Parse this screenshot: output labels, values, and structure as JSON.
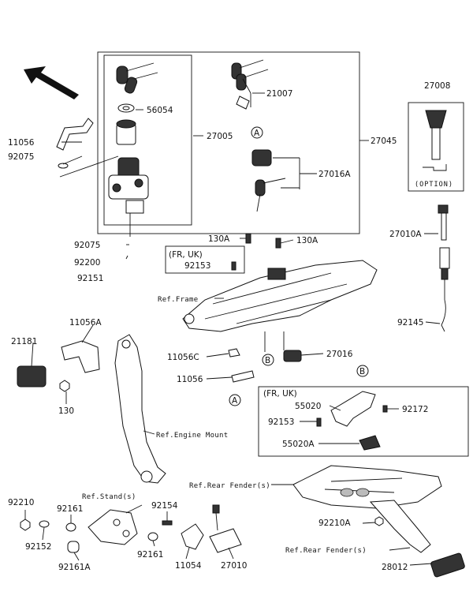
{
  "labels": {
    "p56054": "56054",
    "p21007": "21007",
    "p11056": "11056",
    "p92075a": "92075",
    "p27005": "27005",
    "p27045": "27045",
    "p27016A": "27016A",
    "p27008": "27008",
    "p92075b": "92075",
    "p92200": "92200",
    "p92151": "92151",
    "p130Aa": "130A",
    "p130Ab": "130A",
    "fr_uk_1": "(FR, UK)",
    "p92153a": "92153",
    "p27010A": "27010A",
    "p11056A": "11056A",
    "p21181": "21181",
    "p92145": "92145",
    "p11056C": "11056C",
    "p27016": "27016",
    "p11056b": "11056",
    "p130": "130",
    "fr_uk_2": "(FR, UK)",
    "p55020": "55020",
    "p92172": "92172",
    "p92153b": "92153",
    "p55020A": "55020A",
    "p92210a": "92210",
    "p92161a": "92161",
    "p92154": "92154",
    "p92152": "92152",
    "p92161A": "92161A",
    "p92161b": "92161",
    "p11054": "11054",
    "p27010": "27010",
    "p92210b": "92210A",
    "p28012": "28012"
  },
  "refs": {
    "frame": "Ref.Frame",
    "engine_mount": "Ref.Engine Mount",
    "stand": "Ref.Stand(s)",
    "rear_fender1": "Ref.Rear Fender(s)",
    "rear_fender2": "Ref.Rear Fender(s)"
  },
  "option_label": "(OPTION)",
  "markers": {
    "A": "A",
    "B": "B"
  }
}
